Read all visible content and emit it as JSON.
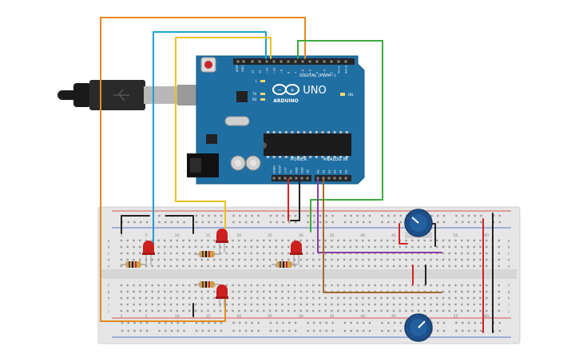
{
  "board": {
    "brand": "ARDUINO",
    "model": "UNO",
    "digital_header_label": "DIGITAL (PWM~)",
    "power_label": "POWER",
    "analog_label": "ANALOG IN",
    "on_label": "ON",
    "led_l_label": "L",
    "tx_label": "TX",
    "rx_label": "RX",
    "aref_label": "AREF",
    "gnd_label": "GND",
    "digital_pins": [
      "13",
      "12",
      "~11",
      "~10",
      "~9",
      "8",
      "7",
      "~6",
      "~5",
      "4",
      "~3",
      "2",
      "TX→1",
      "RX←0"
    ],
    "power_pins": [
      "IOREF",
      "RESET",
      "3.3V",
      "5V",
      "GND",
      "GND",
      "Vin"
    ],
    "analog_pins": [
      "A0",
      "A1",
      "A2",
      "A3",
      "A4",
      "A5"
    ]
  },
  "breadboard": {
    "column_numbers": [
      "1",
      "5",
      "10",
      "15",
      "20",
      "25",
      "30",
      "35",
      "40",
      "45",
      "50",
      "55",
      "60"
    ],
    "row_letters_top": [
      "a",
      "b",
      "c",
      "d",
      "e"
    ],
    "row_letters_bottom": [
      "f",
      "g",
      "h",
      "i",
      "j"
    ]
  },
  "colors": {
    "board_blue": "#1f6fa3",
    "breadboard": "#e6e6e6",
    "wire_orange": "#e68a1e",
    "wire_blue": "#1ea0d2",
    "wire_yellow": "#ecc11f",
    "wire_green": "#3daa3d",
    "wire_red": "#d52222",
    "wire_black": "#222222",
    "wire_purple": "#8a3fa6",
    "wire_brown": "#a36a33",
    "led_red": "#cc1f1f",
    "pot_blue": "#1d4f88"
  },
  "icons": {
    "usb_cable": "usb-cable-icon",
    "arduino_logo": "infinity-logo-icon"
  }
}
